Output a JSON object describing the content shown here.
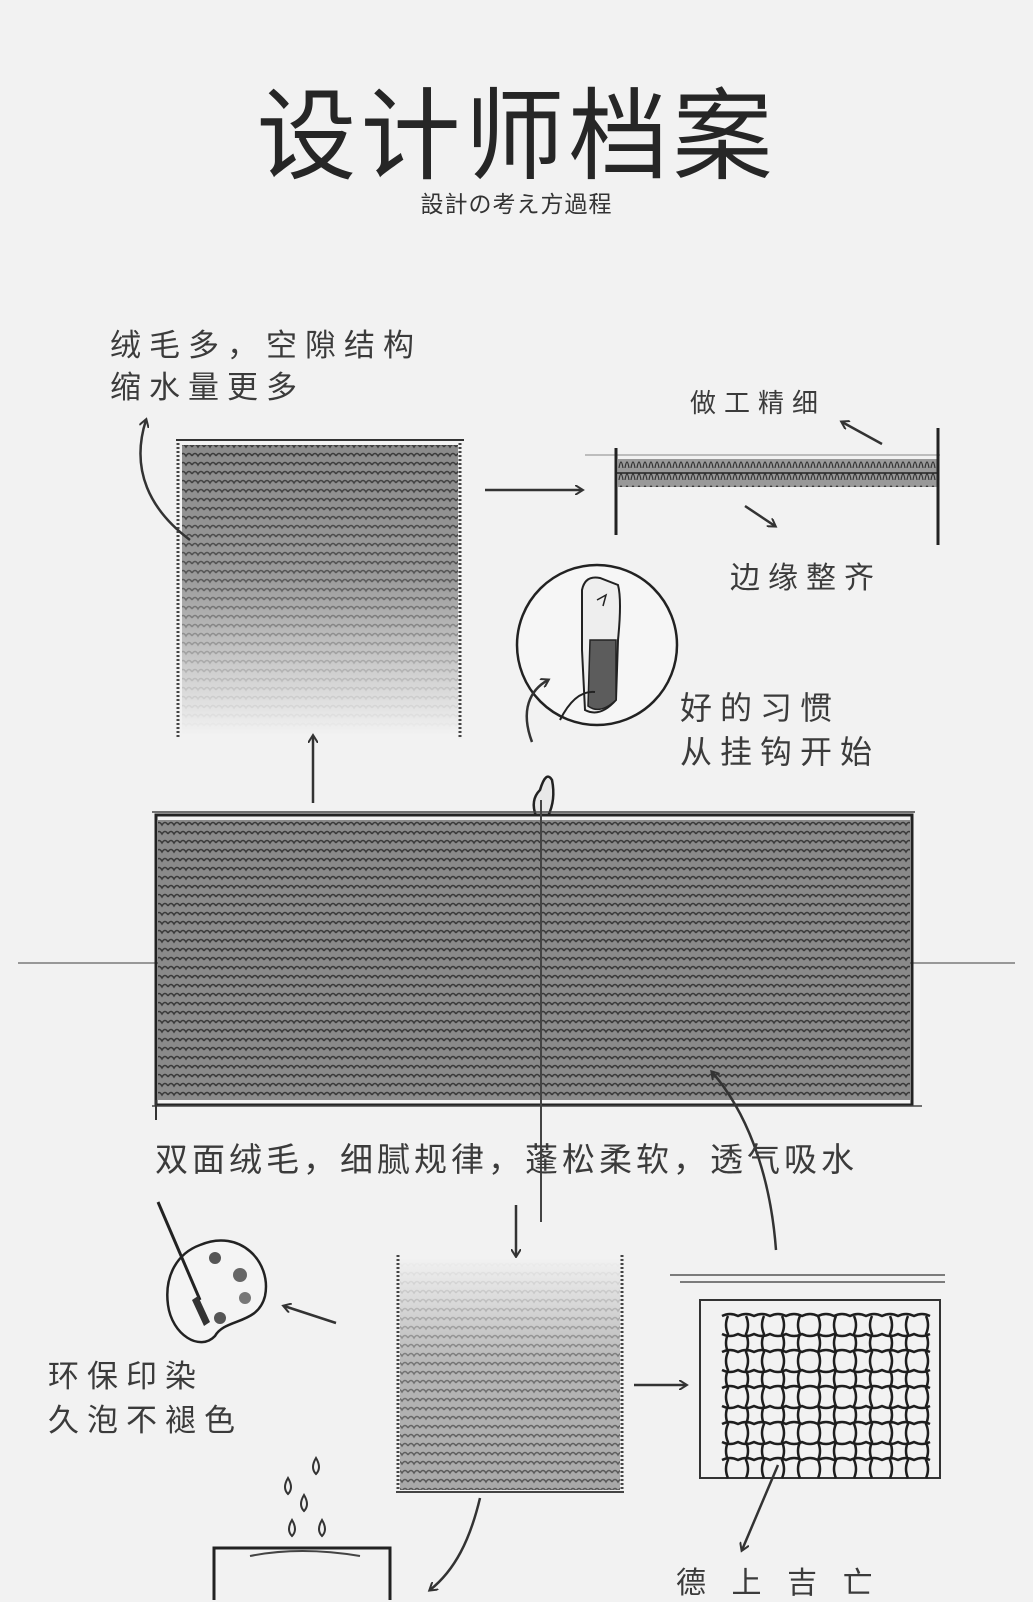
{
  "header": {
    "title": "设计师档案",
    "subtitle": "設計の考え方過程"
  },
  "notes": {
    "fluffy_line1": "绒毛多，空隙结构",
    "fluffy_line2": "缩水量更多",
    "craft": "做工精细",
    "edges": "边缘整齐",
    "hook_line1": "好的习惯",
    "hook_line2": "从挂钩开始",
    "features": "双面绒毛，细腻规律，蓬松柔软，透气吸水",
    "dye_line1": "环保印染",
    "dye_line2": "久泡不褪色",
    "bottom_partial": "德  上  吉  亡"
  },
  "colors": {
    "background": "#f2f2f2",
    "ink": "#2f2f2f",
    "terry_dark": "#6a6a6a",
    "terry_light": "#9a9a9a",
    "pencil_gray": "#9b9b9b"
  },
  "icons": {
    "palette": "palette-brush-icon",
    "water": "water-drops-icon",
    "hook": "towel-hook-icon"
  }
}
